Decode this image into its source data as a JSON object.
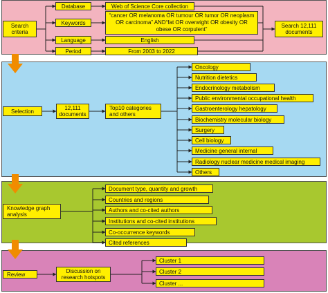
{
  "stages": {
    "search": {
      "label": "Search\ncriteria",
      "criteria": {
        "database": {
          "label": "Database",
          "value": "Web of Science Core collection"
        },
        "keywords": {
          "label": "Keywords",
          "value": "“cancer OR melanoma OR tumour OR tumor OR neoplasm OR carcinoma” AND“fat OR overwight OR obesity OR obese OR corpulent”"
        },
        "language": {
          "label": "Language",
          "value": "English"
        },
        "period": {
          "label": "Period",
          "value": "From 2003 to 2022"
        }
      },
      "result": "Search 12,111\ndocuments"
    },
    "selection": {
      "label": "Selection",
      "documents": "12,111\ndocuments",
      "categories_label": "Top10 categories\nand others",
      "categories": [
        "Oncology",
        "Nutrition dietetics",
        "Endocrinology metabolism",
        "Public environmental occupational health",
        "Gastroenterology hepatology",
        "Biochemistry molecular biology",
        "Surgery",
        "Cell biology",
        "Medicine general internal",
        "Radiology nuclear medicine medical imaging",
        "Others"
      ]
    },
    "knowledge": {
      "label": "Knowledge graph\nanalysis",
      "items": [
        "Document type, quantity and growth",
        "Countries and regions",
        "Authors and co-cited authors",
        "Institutions and co-cited institutions",
        "Co-occurrence keywords",
        "Cited references"
      ]
    },
    "review": {
      "label": "Review",
      "discussion": "Discussion on\nresearch hotspots",
      "clusters": [
        "Cluster 1",
        "Cluster 2",
        "Cluster ..."
      ]
    }
  },
  "colors": {
    "search_band": "#f3b4bf",
    "selection_band": "#a6d9f2",
    "knowledge_band": "#a8c82f",
    "review_band": "#d983b8",
    "box": "#ffef00",
    "arrow": "#f08c00"
  }
}
